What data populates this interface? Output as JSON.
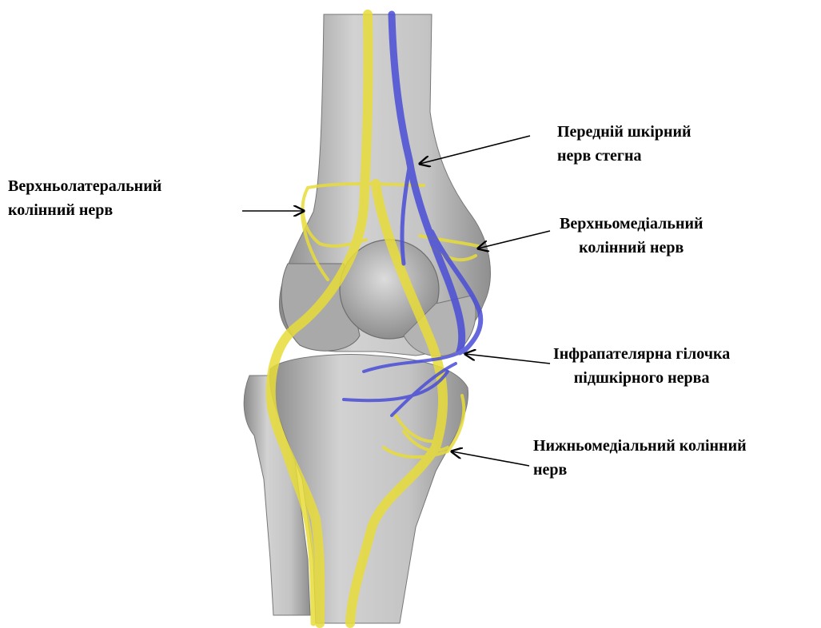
{
  "labels": [
    {
      "id": "anterior-cutaneous",
      "lines": [
        "Передній шкірний",
        "нерв стегна"
      ]
    },
    {
      "id": "superolateral",
      "lines": [
        "Верхньолатеральний",
        "колінний нерв"
      ]
    },
    {
      "id": "superomedial",
      "lines": [
        "Верхньомедіальний",
        "колінний нерв"
      ]
    },
    {
      "id": "infrapatellar",
      "lines": [
        "Інфрапателярна гілочка",
        "підшкірного нерва"
      ]
    },
    {
      "id": "inferomedial",
      "lines": [
        "Нижньомедіальний колінний",
        "нерв"
      ]
    }
  ],
  "colors": {
    "bone": "#b9b9b9",
    "bone_shadow": "#7d7d7d",
    "nerve_yellow": "#e8dc3a",
    "nerve_blue": "#4a4ed6",
    "arrow": "#000000"
  }
}
